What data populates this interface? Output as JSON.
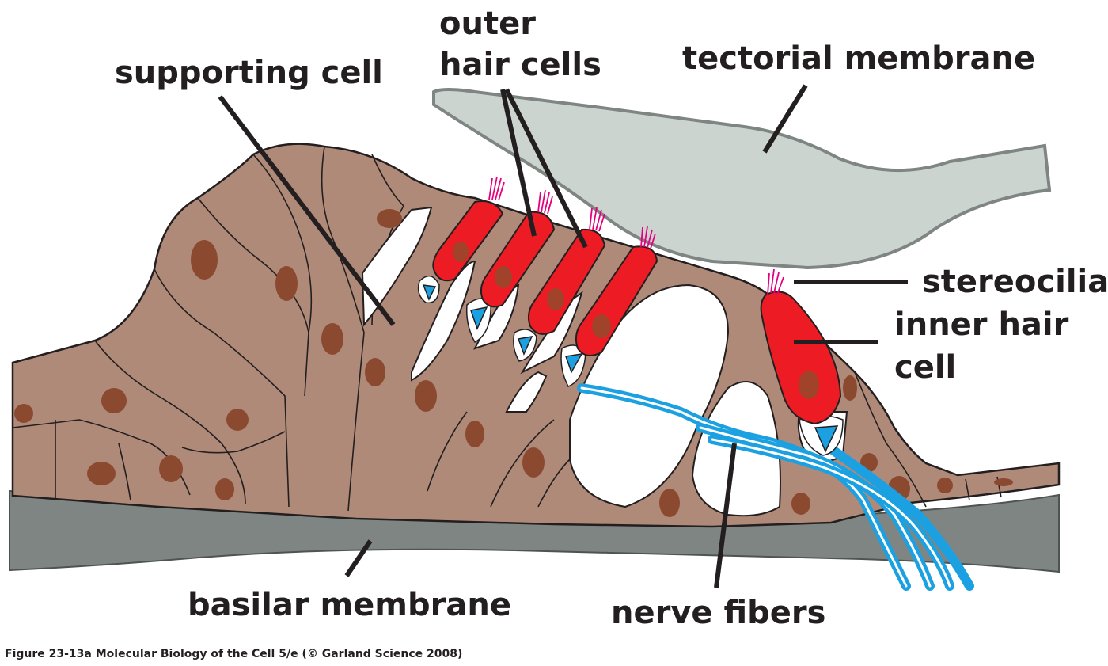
{
  "labels": {
    "supporting_cell": "supporting cell",
    "outer_hair_cells_line1": "outer",
    "outer_hair_cells_line2": "hair cells",
    "tectorial_membrane": "tectorial membrane",
    "stereocilia": "stereocilia",
    "inner_hair_cell_line1": "inner hair",
    "inner_hair_cell_line2": "cell",
    "basilar_membrane": "basilar membrane",
    "nerve_fibers": "nerve fibers"
  },
  "caption": "Figure 23-13a  Molecular Biology of the Cell 5/e (© Garland Science 2008)",
  "colors": {
    "tissue": "#b08a78",
    "nucleus": "#8b4a30",
    "hair_cell": "#ed1c24",
    "hair_nucleus": "#a0432a",
    "tectorial": "#ccd4d0",
    "basilar": "#7f8583",
    "nerve": "#1ba1e2",
    "stereocilia": "#e6007e",
    "text": "#231f20"
  }
}
